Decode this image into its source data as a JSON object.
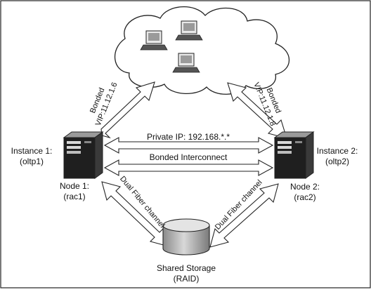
{
  "diagram": {
    "instance1": {
      "line1": "Instance 1:",
      "line2": "(oltp1)"
    },
    "instance2": {
      "line1": "Instance 2:",
      "line2": "(oltp2)"
    },
    "node1": {
      "line1": "Node 1:",
      "line2": "(rac1)"
    },
    "node2": {
      "line1": "Node 2:",
      "line2": "(rac2)"
    },
    "private_ip": "Private IP: 192.168.*.*",
    "interconnect": "Bonded Interconnect",
    "vip_left": {
      "line1": "Bonded",
      "line2": "VIP:11.12.1.6"
    },
    "vip_right": {
      "line1": "Bonded",
      "line2": "VIP:11.12.1.8"
    },
    "fiber_left": "Dual Fiber channel",
    "fiber_right": "Dual Fiber channel",
    "storage": {
      "line1": "Shared Storage",
      "line2": "(RAID)"
    }
  },
  "colors": {
    "stroke": "#222222",
    "server_body": "#1f1f1f",
    "disk_fill": "#c8c8c8",
    "cloud_fill": "#ffffff"
  }
}
